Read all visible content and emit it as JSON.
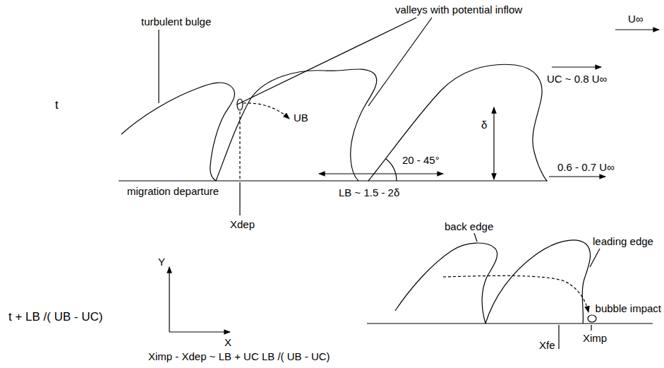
{
  "diagram": {
    "labels": [
      "turbulent bulge",
      "valleys with potential inflow",
      "U∞",
      "t",
      "UB",
      "UC ~ 0.8 U∞",
      "δ",
      "20 - 45°",
      "0.6 - 0.7 U∞",
      "migration departure",
      "LB ~ 1.5 - 2δ",
      "Xdep",
      "back edge",
      "leading edge",
      "t + LB /( UB - UC)",
      "Y",
      "bubble impact",
      "X",
      "Ximp",
      "Xfe",
      "Ximp - Xdep ~ LB + UC LB /( UB - UC)"
    ]
  }
}
